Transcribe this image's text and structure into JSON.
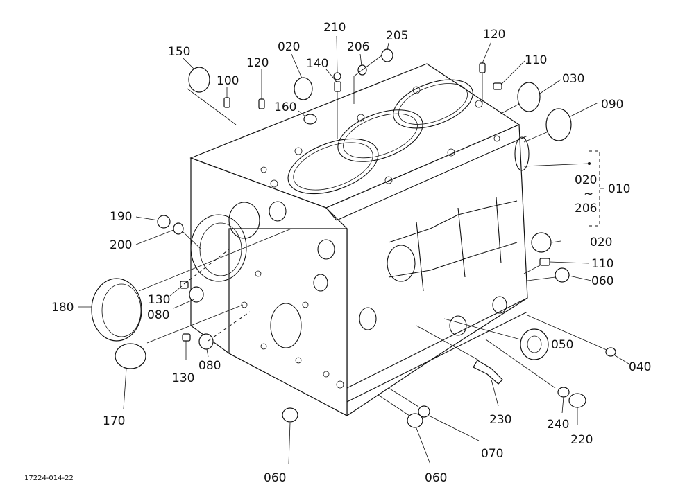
{
  "diagram": {
    "drawing_code": "17224-014-22",
    "bracket_range": {
      "top": "020",
      "tilde": "~",
      "bottom": "206"
    },
    "callouts": [
      {
        "id": "c210",
        "text": "210"
      },
      {
        "id": "c205",
        "text": "205"
      },
      {
        "id": "c206",
        "text": "206"
      },
      {
        "id": "c020a",
        "text": "020"
      },
      {
        "id": "c140",
        "text": "140"
      },
      {
        "id": "c120a",
        "text": "120"
      },
      {
        "id": "c120b",
        "text": "120"
      },
      {
        "id": "c150",
        "text": "150"
      },
      {
        "id": "c100",
        "text": "100"
      },
      {
        "id": "c160",
        "text": "160"
      },
      {
        "id": "c110a",
        "text": "110"
      },
      {
        "id": "c030",
        "text": "030"
      },
      {
        "id": "c090",
        "text": "090"
      },
      {
        "id": "c010",
        "text": "010"
      },
      {
        "id": "c190",
        "text": "190"
      },
      {
        "id": "c200",
        "text": "200"
      },
      {
        "id": "c020b",
        "text": "020"
      },
      {
        "id": "c110b",
        "text": "110"
      },
      {
        "id": "c060a",
        "text": "060"
      },
      {
        "id": "c180",
        "text": "180"
      },
      {
        "id": "c130a",
        "text": "130"
      },
      {
        "id": "c080a",
        "text": "080"
      },
      {
        "id": "c050",
        "text": "050"
      },
      {
        "id": "c040",
        "text": "040"
      },
      {
        "id": "c130b",
        "text": "130"
      },
      {
        "id": "c080b",
        "text": "080"
      },
      {
        "id": "c170",
        "text": "170"
      },
      {
        "id": "c230",
        "text": "230"
      },
      {
        "id": "c240",
        "text": "240"
      },
      {
        "id": "c220",
        "text": "220"
      },
      {
        "id": "c070",
        "text": "070"
      },
      {
        "id": "c060b",
        "text": "060"
      },
      {
        "id": "c060c",
        "text": "060"
      }
    ]
  }
}
